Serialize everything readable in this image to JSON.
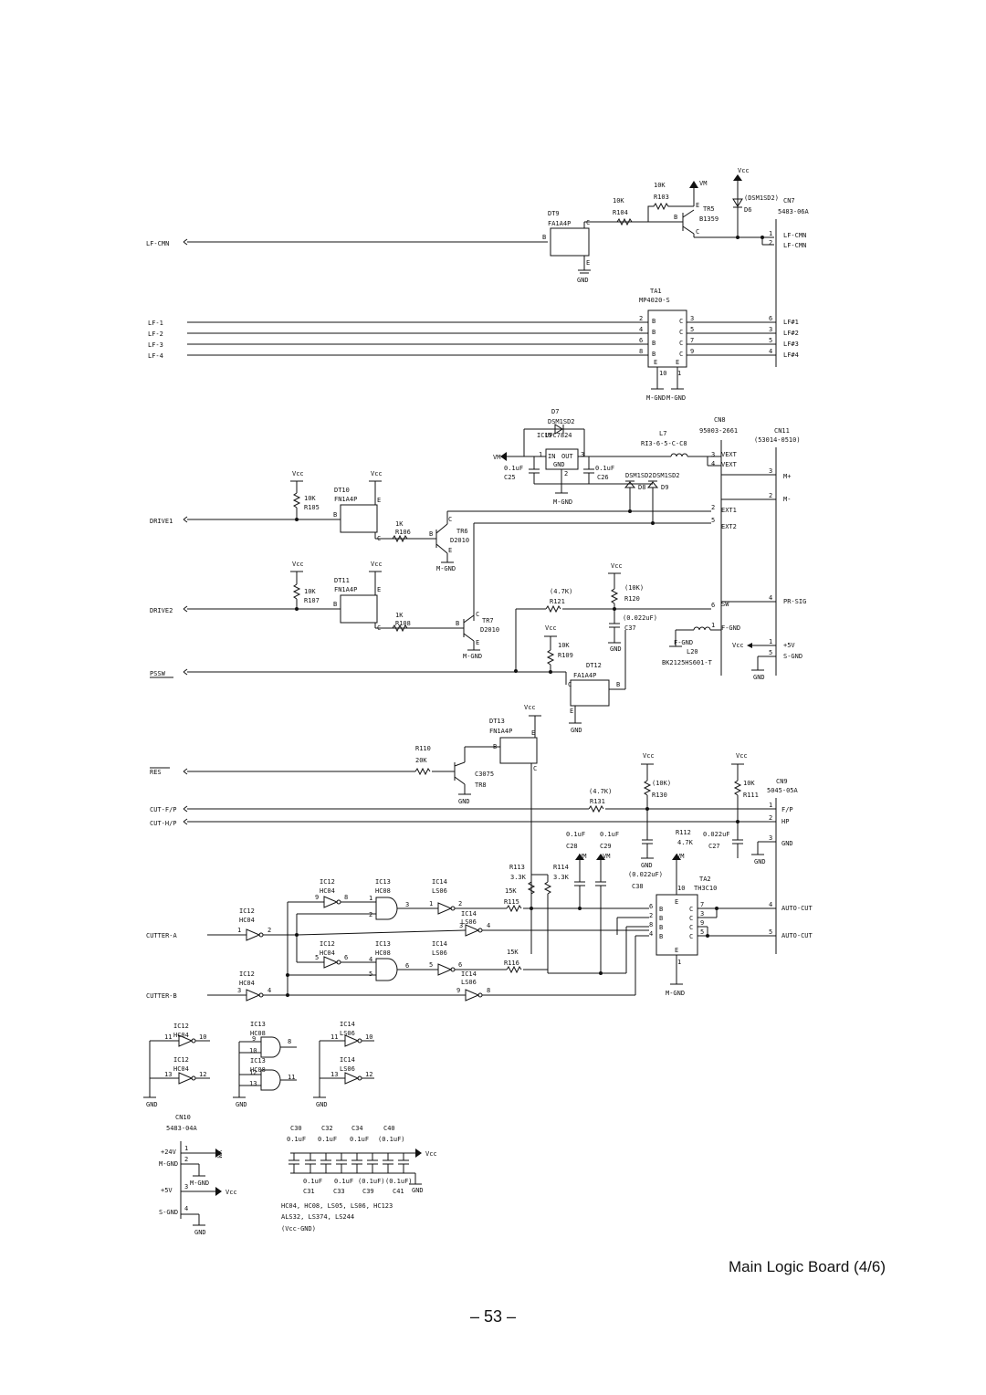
{
  "caption": "Main Logic Board (4/6)",
  "page_number": "– 53 –",
  "labels": {
    "vcc": "Vcc",
    "vm": "VM",
    "gnd": "GND",
    "mgnd": "M-GND",
    "lf_cmn": "LF-CMN",
    "lf1": "LF-1",
    "lf2": "LF-2",
    "lf3": "LF-3",
    "lf4": "LF-4",
    "dt9": "DT9",
    "dt9_part": "FA1A4P",
    "r104": "R104",
    "r104_val": "10K",
    "r103": "R103",
    "r103_val": "10K",
    "tr5": "TR5",
    "tr5_part": "B1359",
    "d6_part": "(DSM1SD2)",
    "d6": "D6",
    "cn7": "CN7",
    "cn7_part": "5483-06A",
    "cn7_p1": "LF-CMN",
    "cn7_p2": "LF-CMN",
    "ta1": "TA1",
    "ta1_part": "MP4020-S",
    "lfn1": "LF#1",
    "lfn2": "LF#2",
    "lfn3": "LF#3",
    "lfn4": "LF#4",
    "d7": "D7",
    "d7_part": "DSM1SD2",
    "ic15": "IC15",
    "ic15_part": "UPC7824",
    "in": "IN",
    "out": "OUT",
    "c25": "C25",
    "c25_val": "0.1uF",
    "c26": "C26",
    "c26_val": "0.1uF",
    "l7": "L7",
    "l7_part": "RI3-6-5-C-C8",
    "d8_part": "DSM1SD2",
    "d8": "D8",
    "d9_part": "DSM1SD2",
    "d9": "D9",
    "cn8": "CN8",
    "cn8_part": "95003-2661",
    "cn11": "CN11",
    "cn11_part": "(53014-0510)",
    "vext": "VEXT",
    "ext1": "EXT1",
    "ext2": "EXT2",
    "sw": "SW",
    "fgnd": "F-GND",
    "mplus": "M+",
    "mminus": "M-",
    "prsig": "PR-SIG",
    "p5v": "+5V",
    "sgnd": "S-GND",
    "drive1": "DRIVE1",
    "drive2": "DRIVE2",
    "pssw": "PSSW",
    "dt10": "DT10",
    "dt10_part": "FN1A4P",
    "r105": "R105",
    "r105_val": "10K",
    "r106": "R106",
    "r106_val": "1K",
    "tr6": "TR6",
    "tr6_part": "D2010",
    "dt11": "DT11",
    "dt11_part": "FN1A4P",
    "r107": "R107",
    "r107_val": "10K",
    "r108": "R108",
    "r108_val": "1K",
    "tr7": "TR7",
    "tr7_part": "D2010",
    "r121": "R121",
    "r121_val": "(4.7K)",
    "r120": "R120",
    "r120_val": "(10K)",
    "c37": "C37",
    "c37_val": "(0.022uF)",
    "r109": "R109",
    "r109_val": "10K",
    "l20": "L20",
    "l20_part": "BK2125HS601-T",
    "dt12": "DT12",
    "dt12_part": "FA1A4P",
    "res": "RES",
    "r110": "R110",
    "r110_val": "20K",
    "dt13": "DT13",
    "dt13_part": "FN1A4P",
    "tr8": "TR8",
    "tr8_part": "C3075",
    "cut_fp": "CUT-F/P",
    "cut_hp": "CUT-H/P",
    "r131": "R131",
    "r131_val": "(4.7K)",
    "r130": "R130",
    "r130_val": "(10K)",
    "r111": "R111",
    "r111_val": "10K",
    "cn9": "CN9",
    "cn9_part": "5045-05A",
    "fp": "F/P",
    "hp": "HP",
    "c28": "C28",
    "c28_val": "0.1uF",
    "c29": "C29",
    "c29_val": "0.1uF",
    "r112": "R112",
    "r112_val": "4.7K",
    "c27": "C27",
    "c27_val": "0.022uF",
    "r113": "R113",
    "r113_val": "3.3K",
    "r114": "R114",
    "r114_val": "3.3K",
    "c38": "C38",
    "c38_val": "(0.022uF)",
    "ta2": "TA2",
    "ta2_part": "TH3C10",
    "r115": "R115",
    "r115_val": "15K",
    "r116": "R116",
    "r116_val": "15K",
    "auto_cut": "AUTO-CUT",
    "cutter_a": "CUTTER-A",
    "cutter_b": "CUTTER-B",
    "ic12": "IC12",
    "ic13": "IC13",
    "ic14": "IC14",
    "hc04": "HC04",
    "hc08": "HC08",
    "ls06": "LS06",
    "cn10": "CN10",
    "cn10_part": "5483-04A",
    "p24v": "+24V",
    "c30": "C30",
    "c32": "C32",
    "c34": "C34",
    "c40": "C40",
    "c31": "C31",
    "c33": "C33",
    "c39": "C39",
    "c41": "C41",
    "cap_01": "0.1uF",
    "cap_01p": "(0.1uF)",
    "dec1": "HC04, HC08, LS05, LS06, HC123",
    "dec2": "ALS32, LS374, LS244",
    "dec3": "(Vcc-GND)",
    "B": "B",
    "C": "C",
    "E": "E"
  }
}
